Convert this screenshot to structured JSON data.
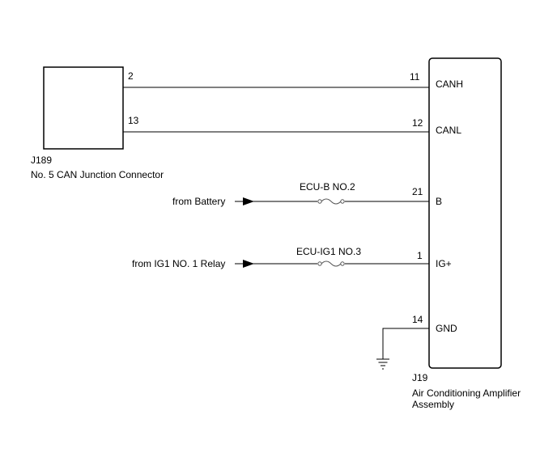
{
  "junction_connector": {
    "code": "J189",
    "name": "No. 5 CAN Junction Connector",
    "pin_canh": "2",
    "pin_canl": "13"
  },
  "amplifier": {
    "code": "J19",
    "name_line1": "Air Conditioning Amplifier",
    "name_line2": "Assembly",
    "pins": [
      {
        "number": "11",
        "label": "CANH"
      },
      {
        "number": "12",
        "label": "CANL"
      },
      {
        "number": "21",
        "label": "B"
      },
      {
        "number": "1",
        "label": "IG+"
      },
      {
        "number": "14",
        "label": "GND"
      }
    ]
  },
  "sources": {
    "battery": "from Battery",
    "ig1_relay": "from IG1 NO. 1 Relay"
  },
  "fuses": {
    "ecu_b": "ECU-B NO.2",
    "ecu_ig1": "ECU-IG1 NO.3"
  },
  "colors": {
    "line": "#000000",
    "fuse_line": "#555555",
    "background": "#ffffff"
  }
}
